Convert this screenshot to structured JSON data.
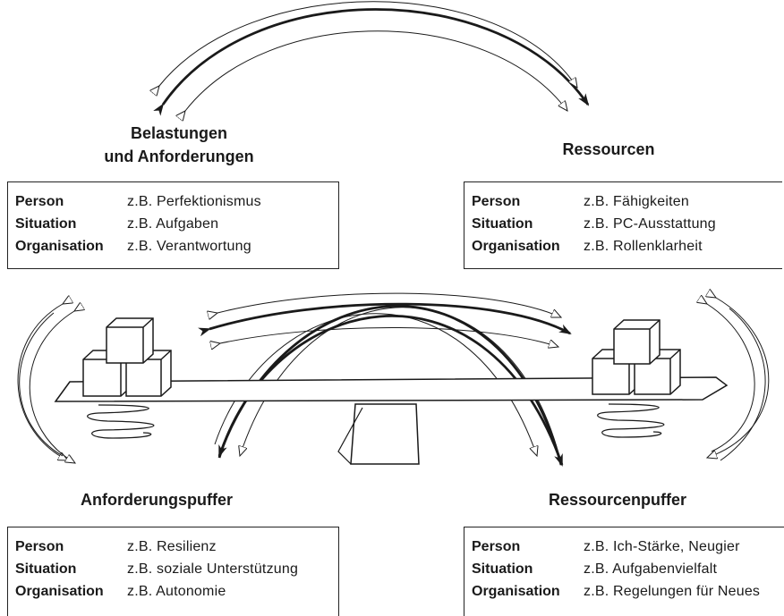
{
  "sections": {
    "belastungen": {
      "title_line1": "Belastungen",
      "title_line2": "und Anforderungen",
      "rows": [
        {
          "label": "Person",
          "example": "z.B. Perfektionismus"
        },
        {
          "label": "Situation",
          "example": "z.B. Aufgaben"
        },
        {
          "label": "Organisation",
          "example": "z.B. Verantwortung"
        }
      ]
    },
    "ressourcen": {
      "title": "Ressourcen",
      "rows": [
        {
          "label": "Person",
          "example": "z.B. Fähigkeiten"
        },
        {
          "label": "Situation",
          "example": "z.B. PC-Ausstattung"
        },
        {
          "label": "Organisation",
          "example": "z.B. Rollenklarheit"
        }
      ]
    },
    "anforderungspuffer": {
      "title": "Anforderungspuffer",
      "rows": [
        {
          "label": "Person",
          "example": "z.B. Resilienz"
        },
        {
          "label": "Situation",
          "example": "z.B. soziale Unterstützung"
        },
        {
          "label": "Organisation",
          "example": "z.B. Autonomie"
        }
      ]
    },
    "ressourcenpuffer": {
      "title": "Ressourcenpuffer",
      "rows": [
        {
          "label": "Person",
          "example": "z.B. Ich-Stärke, Neugier"
        },
        {
          "label": "Situation",
          "example": "z.B. Aufgabenvielfalt"
        },
        {
          "label": "Organisation",
          "example": "z.B. Regelungen für Neues"
        }
      ]
    }
  },
  "colors": {
    "line": "#1a1a1a",
    "background": "#ffffff"
  }
}
